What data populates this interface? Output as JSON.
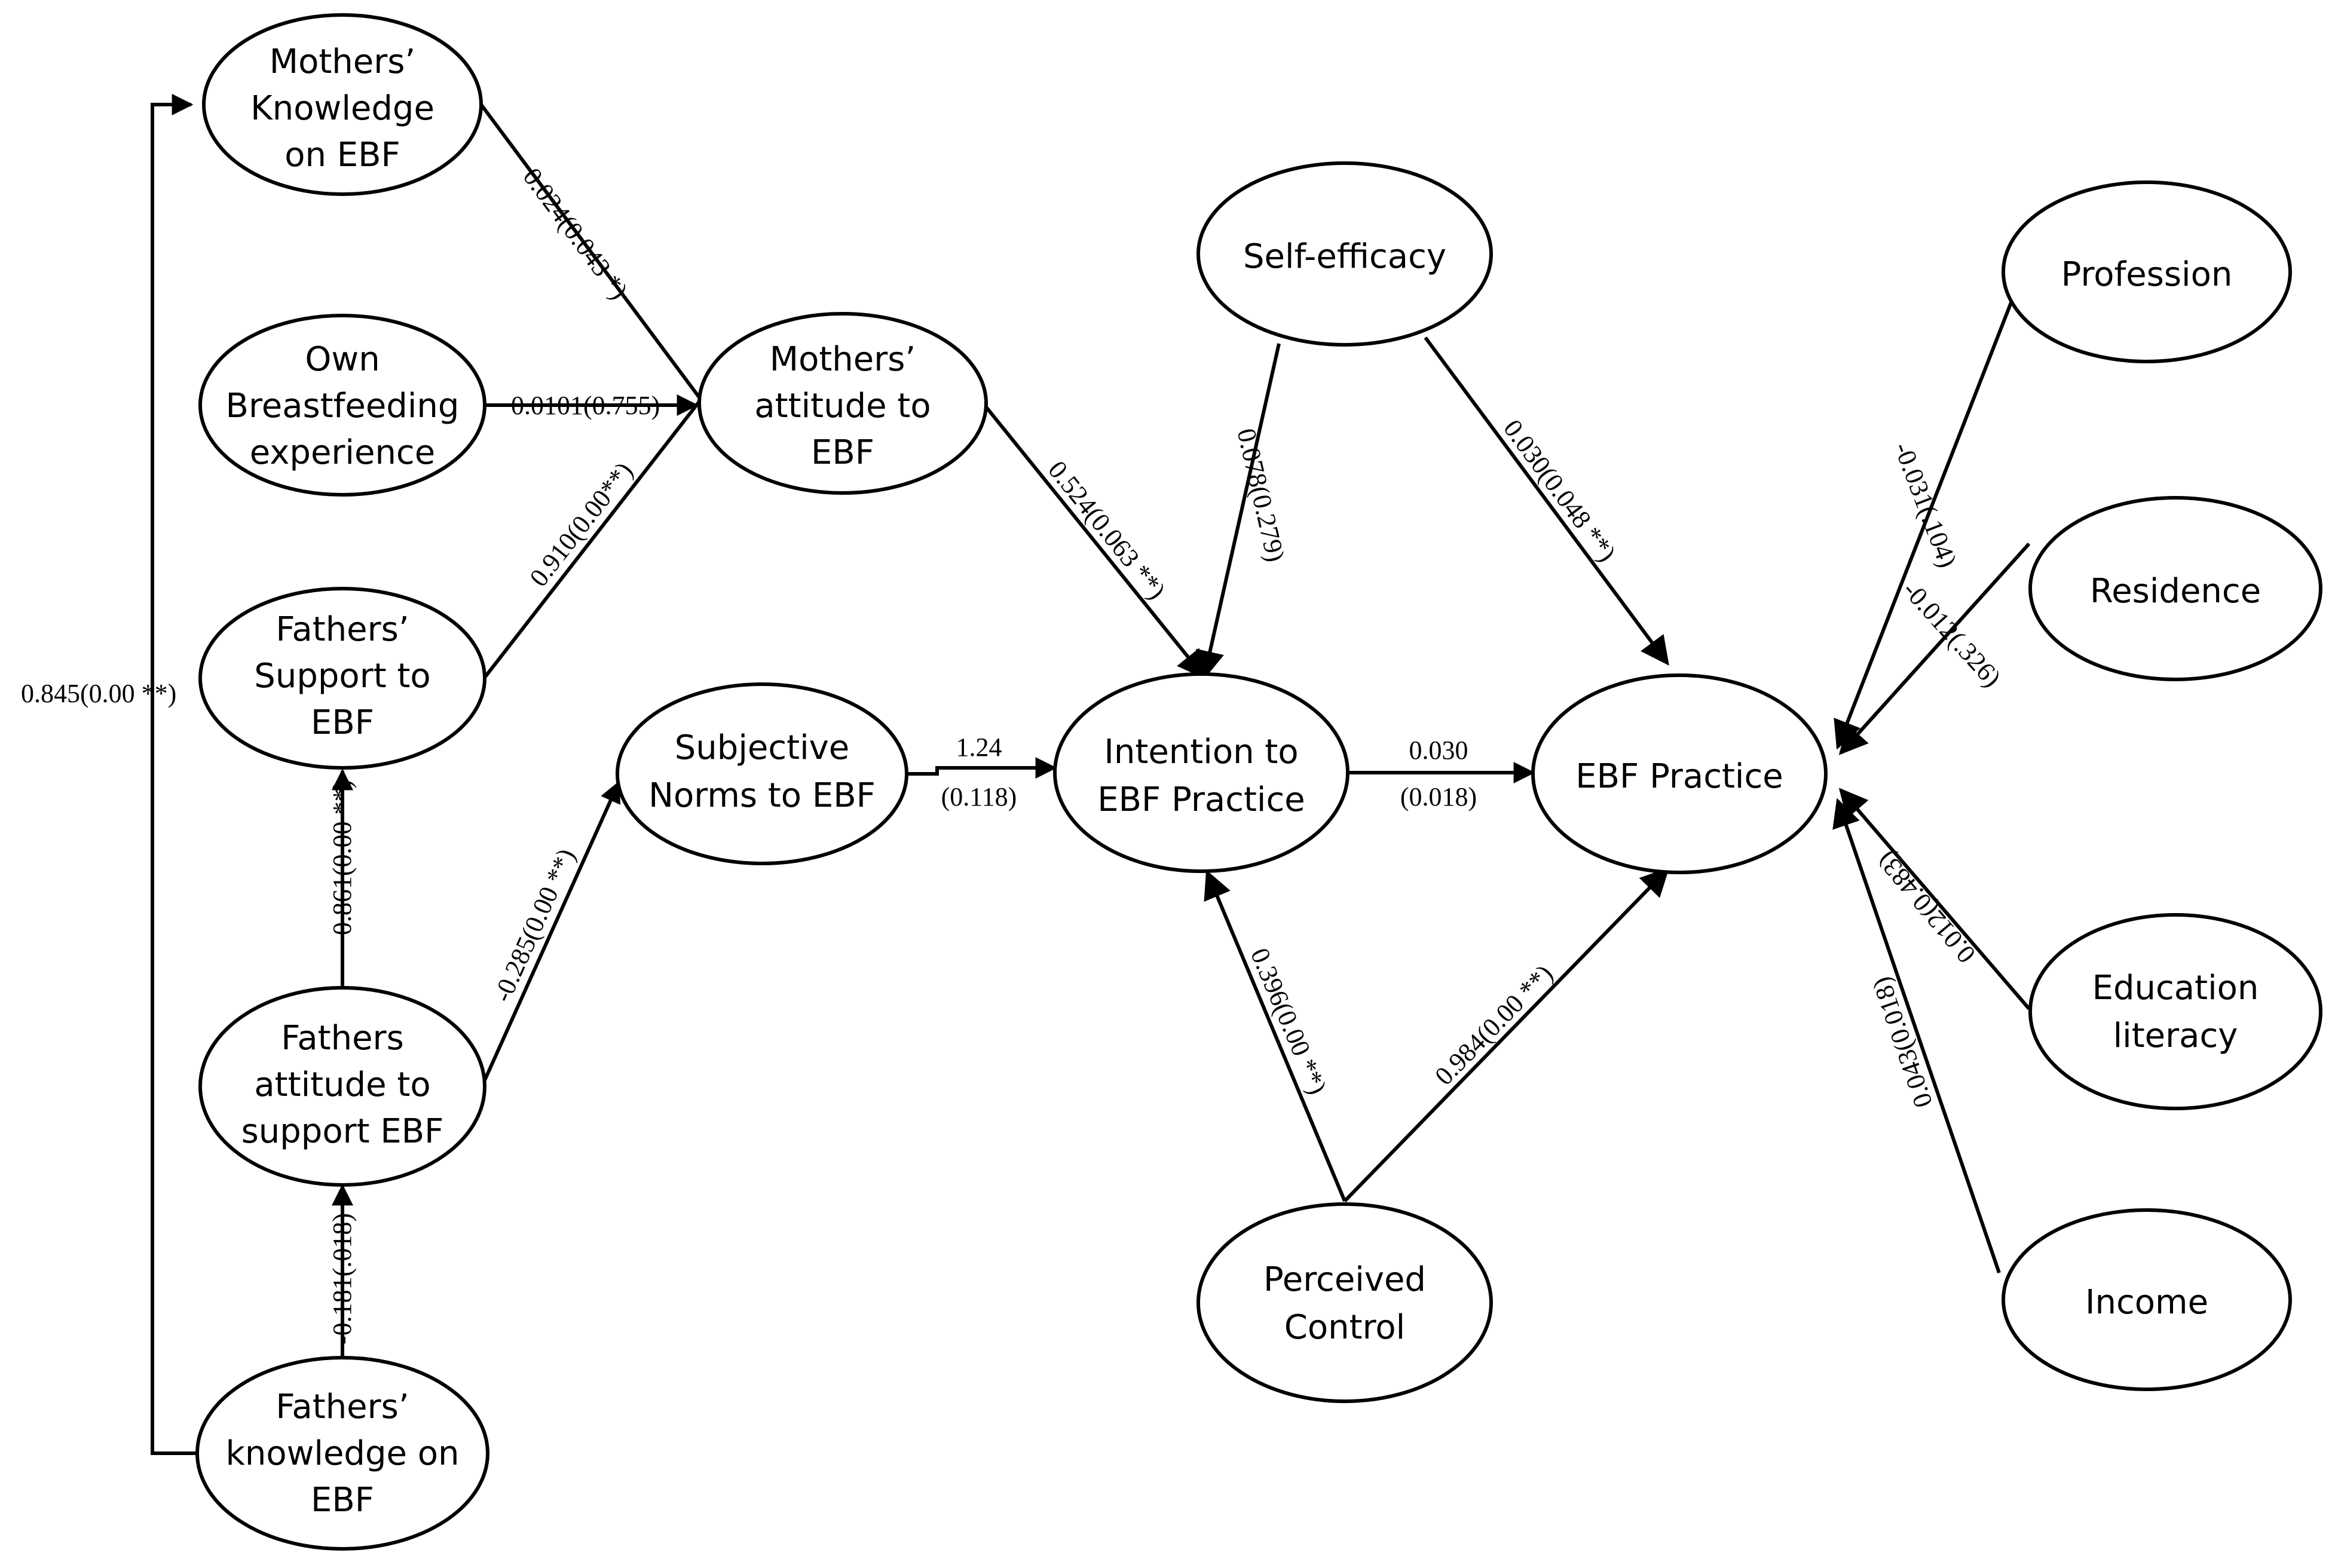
{
  "nodes": {
    "mothers_knowledge": [
      "Mothers’",
      "Knowledge",
      "on EBF"
    ],
    "own_breastfeeding": [
      "Own",
      "Breastfeeding",
      "experience"
    ],
    "fathers_support": [
      "Fathers’",
      "Support to",
      "EBF"
    ],
    "fathers_attitude": [
      "Fathers",
      "attitude to",
      "support EBF"
    ],
    "fathers_knowledge": [
      "Fathers’",
      "knowledge on",
      "EBF"
    ],
    "mothers_attitude": [
      "Mothers’",
      "attitude to",
      "EBF"
    ],
    "subjective_norms": [
      "Subjective",
      "Norms to EBF"
    ],
    "self_efficacy": [
      "Self-efficacy"
    ],
    "intention": [
      "Intention to",
      "EBF Practice"
    ],
    "perceived_control": [
      "Perceived",
      "Control"
    ],
    "ebf_practice": [
      "EBF Practice"
    ],
    "profession": [
      "Profession"
    ],
    "residence": [
      "Residence"
    ],
    "education": [
      "Education",
      "literacy"
    ],
    "income": [
      "Income"
    ]
  },
  "edges": {
    "fk_to_mk": "0.845(0.00 **)",
    "mk_to_ma": "0.024(0.043 *)",
    "ob_to_ma": "0.0101(0.755)",
    "fs_to_ma": "0.910(0.00**)",
    "fa_to_fs": "0.861(0.00 **)",
    "fa_to_sn": "-0.285(0.00 **)",
    "fk_to_fa": "-0.181(.018)",
    "ma_to_int": "0.524(0.063 **)",
    "sn_to_int_top": "1.24",
    "sn_to_int_bottom": "(0.118)",
    "se_to_int": "0.078(0.279)",
    "se_to_ebf": "0.030(0.048 **)",
    "int_to_ebf_top": "0.030",
    "int_to_ebf_bottom": "(0.018)",
    "pc_to_int": "0.396(0.00 **)",
    "pc_to_ebf": "0.984(0.00 **)",
    "prof_to_ebf": "-0.031(.104)",
    "res_to_ebf": "-0.012(.326)",
    "edu_to_ebf": "0.012(0.483)",
    "inc_to_ebf": "0.043(0.018)"
  }
}
